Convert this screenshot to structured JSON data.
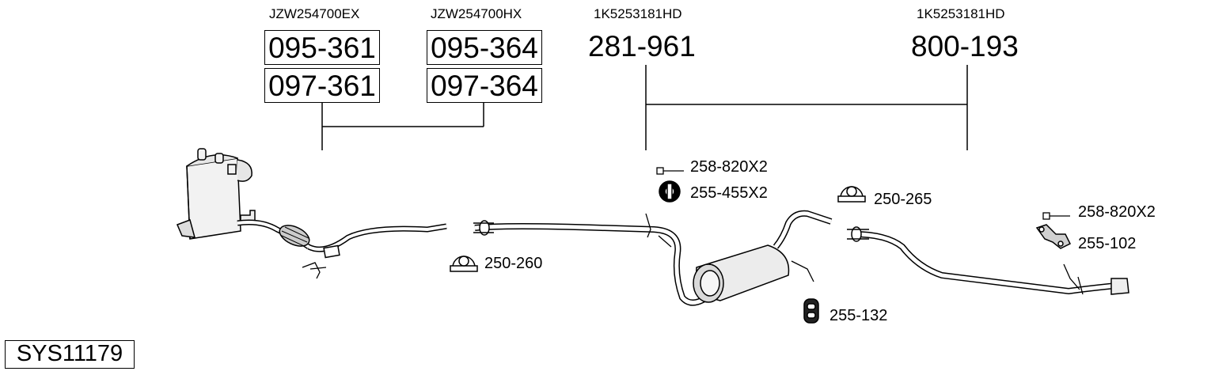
{
  "diagram": {
    "system_code": "SYS11179",
    "oem_codes": {
      "left_a": "JZW254700EX",
      "left_b": "JZW254700HX",
      "mid": "1K5253181HD",
      "right": "1K5253181HD"
    },
    "part_numbers": {
      "a_top": "095-361",
      "a_bottom": "097-361",
      "b_top": "095-364",
      "b_bottom": "097-364",
      "mid": "281-961",
      "right": "800-193"
    },
    "fittings": {
      "clamp_left": "250-260",
      "bolt_mid": "258-820X2",
      "hanger_mid": "255-455X2",
      "clamp_right": "250-265",
      "hanger_lower": "255-132",
      "bolt_right": "258-820X2",
      "bracket_right": "255-102"
    }
  }
}
